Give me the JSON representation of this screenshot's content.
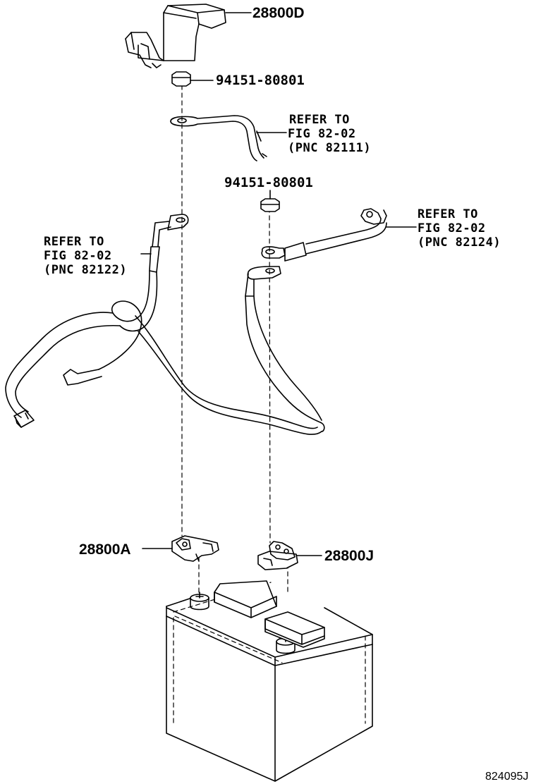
{
  "parts": {
    "cover": "28800D",
    "nut_upper": "94151-80801",
    "nut_lower": "94151-80801",
    "terminal_neg": "28800A",
    "terminal_pos": "28800J"
  },
  "references": {
    "top": {
      "line1": "REFER TO",
      "line2": "FIG 82-02",
      "line3": "(PNC 82111)"
    },
    "left": {
      "line1": "REFER TO",
      "line2": "FIG 82-02",
      "line3": "(PNC 82122)"
    },
    "right": {
      "line1": "REFER TO",
      "line2": "FIG 82-02",
      "line3": "(PNC 82124)"
    }
  },
  "illustration_id": "824095J"
}
